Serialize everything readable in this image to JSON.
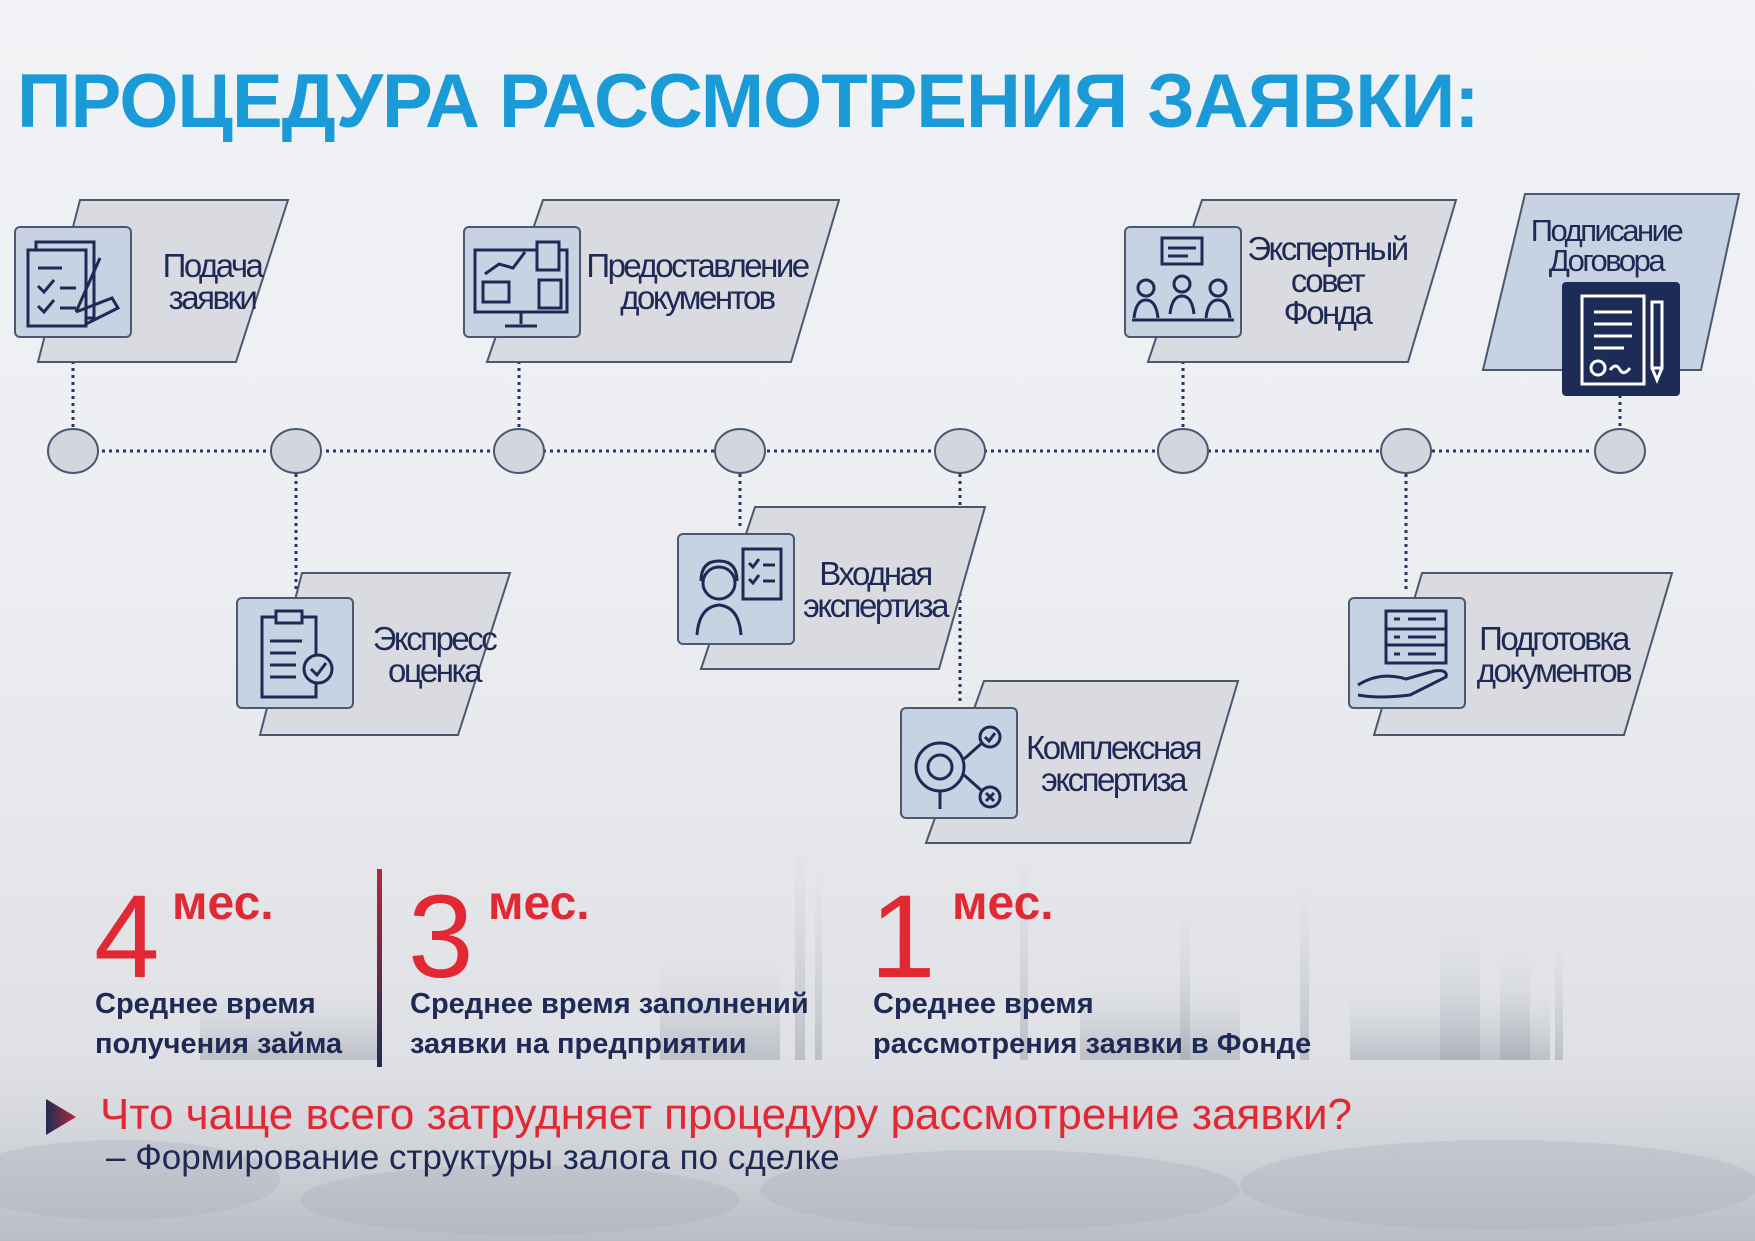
{
  "title": "ПРОЦЕДУРА РАССМОТРЕНИЯ ЗАЯВКИ:",
  "steps": [
    {
      "label_lines": [
        "Подача",
        "заявки"
      ],
      "icon": "application-form-icon"
    },
    {
      "label_lines": [
        "Экспресс",
        "оценка"
      ],
      "icon": "clipboard-check-icon"
    },
    {
      "label_lines": [
        "Предоставление",
        "документов"
      ],
      "icon": "computer-documents-icon"
    },
    {
      "label_lines": [
        "Входная",
        "экспертиза"
      ],
      "icon": "expert-checklist-icon"
    },
    {
      "label_lines": [
        "Комплексная",
        "экспертиза"
      ],
      "icon": "analysis-gear-icon"
    },
    {
      "label_lines": [
        "Экспертный",
        "совет",
        "Фонда"
      ],
      "icon": "council-meeting-icon"
    },
    {
      "label_lines": [
        "Подготовка",
        "документов"
      ],
      "icon": "hand-document-icon"
    },
    {
      "label_lines": [
        "Подписание",
        "Договора"
      ],
      "icon": "contract-pen-icon"
    }
  ],
  "stats": [
    {
      "number": "4",
      "unit": "мес.",
      "caption_lines": [
        "Среднее время",
        "получения займа"
      ]
    },
    {
      "number": "3",
      "unit": "мес.",
      "caption_lines": [
        "Среднее время заполнений",
        "заявки на предприятии"
      ]
    },
    {
      "number": "1",
      "unit": "мес.",
      "caption_lines": [
        "Среднее время",
        "рассмотрения заявки в Фонде"
      ]
    }
  ],
  "question": "Что чаще всего затрудняет процедуру рассмотрение заявки?",
  "answer": "– Формирование структуры залога по сделке",
  "colors": {
    "title": "#1a9ad6",
    "accent_red": "#e22832",
    "navy": "#1e2a55",
    "card_fill": "#d9dbe1",
    "tile_fill": "#c7d3e2"
  }
}
